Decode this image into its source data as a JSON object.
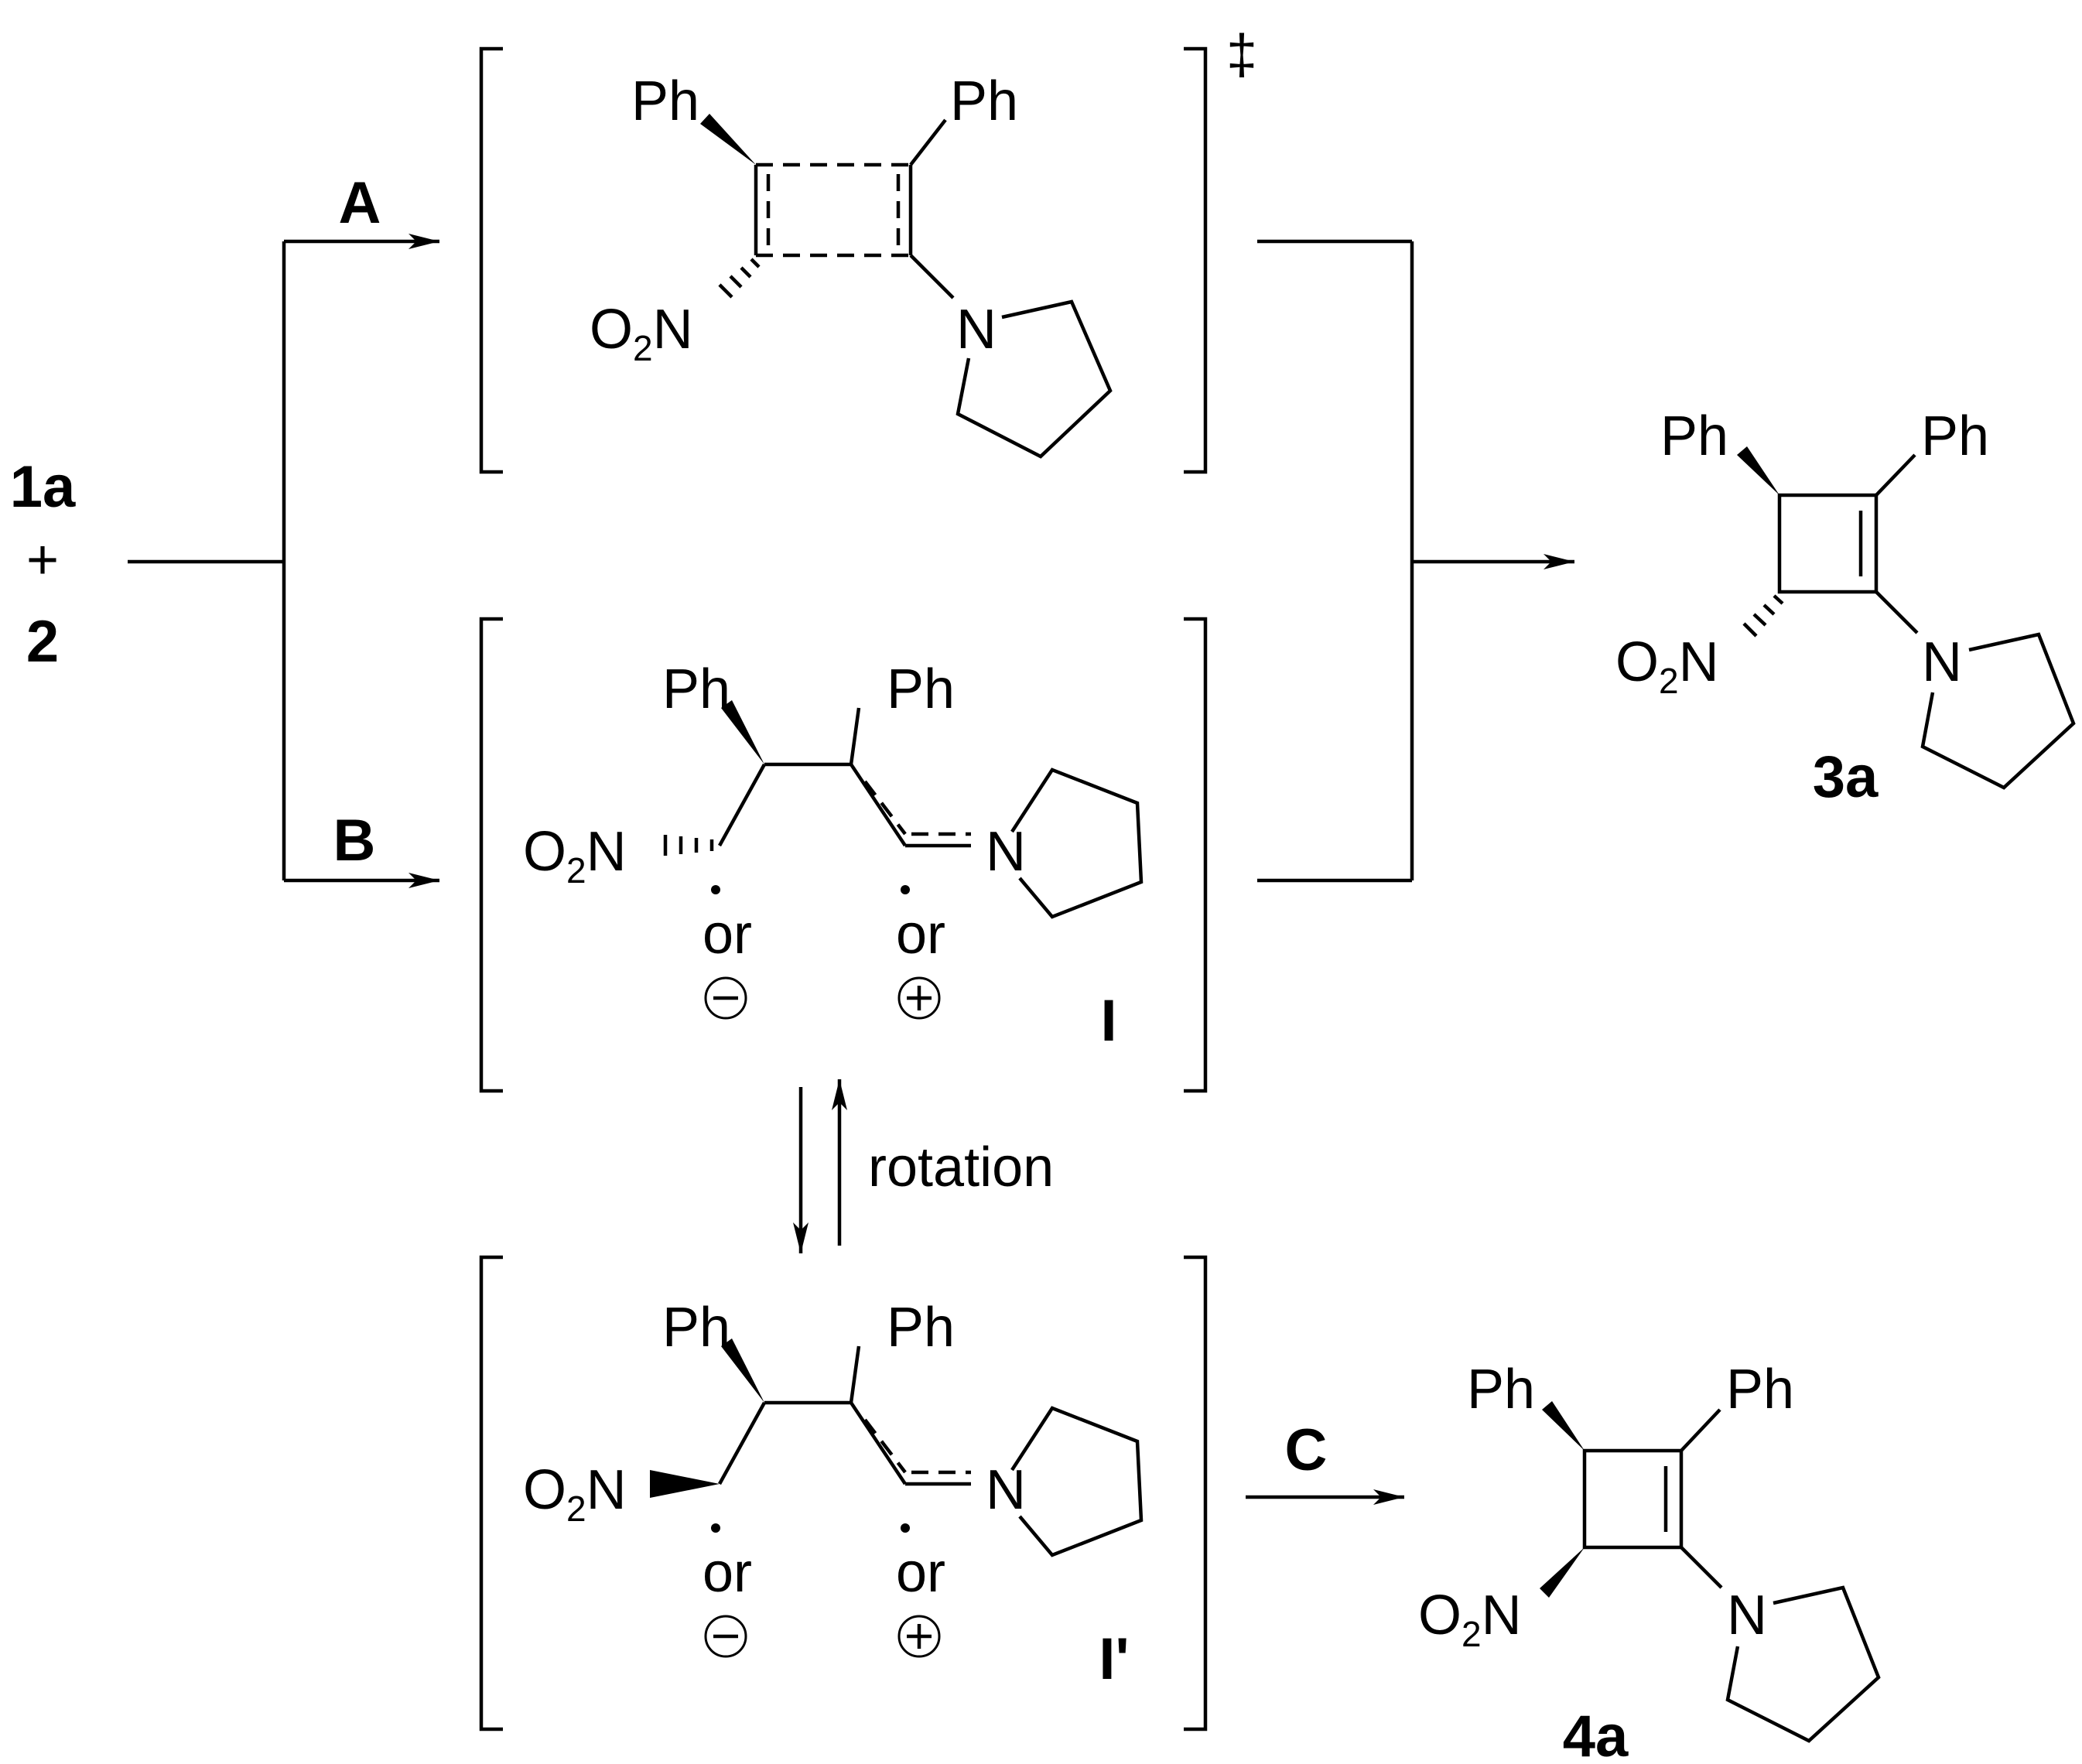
{
  "reactants": {
    "r1": "1a",
    "plus": "+",
    "r2": "2"
  },
  "paths": {
    "A": "A",
    "B": "B",
    "C": "C"
  },
  "ts_symbol": "‡",
  "groups": {
    "ph": "Ph",
    "n": "N",
    "o2": "O",
    "o2_sub": "2",
    "or": "or"
  },
  "intermediates": {
    "I": "I",
    "I_prime": "I'"
  },
  "equilibrium_label": "rotation",
  "products": {
    "p3": "3a",
    "p4": "4a"
  }
}
